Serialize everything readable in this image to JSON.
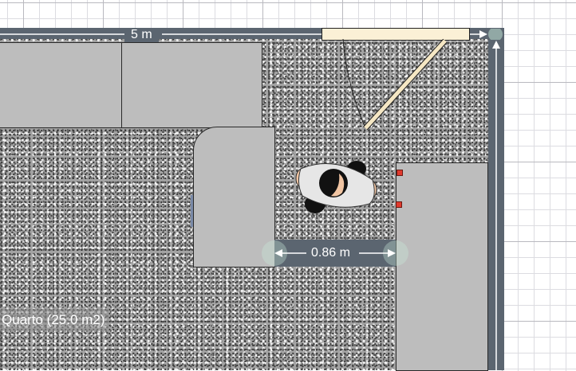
{
  "plan": {
    "top_dimension": "5 m",
    "clearance_dimension": "0.86 m",
    "room_label": "Quarto (25.0 m2)"
  },
  "colors": {
    "wall": "#5b6570",
    "floor": "#a3a3a3",
    "furniture": "#bdbdbd",
    "door_leaf": "#fbf0d6",
    "marker": "#e03a2e",
    "grid": "#b9b9bf"
  },
  "icons": {
    "figure": "person-topview-icon",
    "arrows": "arrow-icon"
  }
}
